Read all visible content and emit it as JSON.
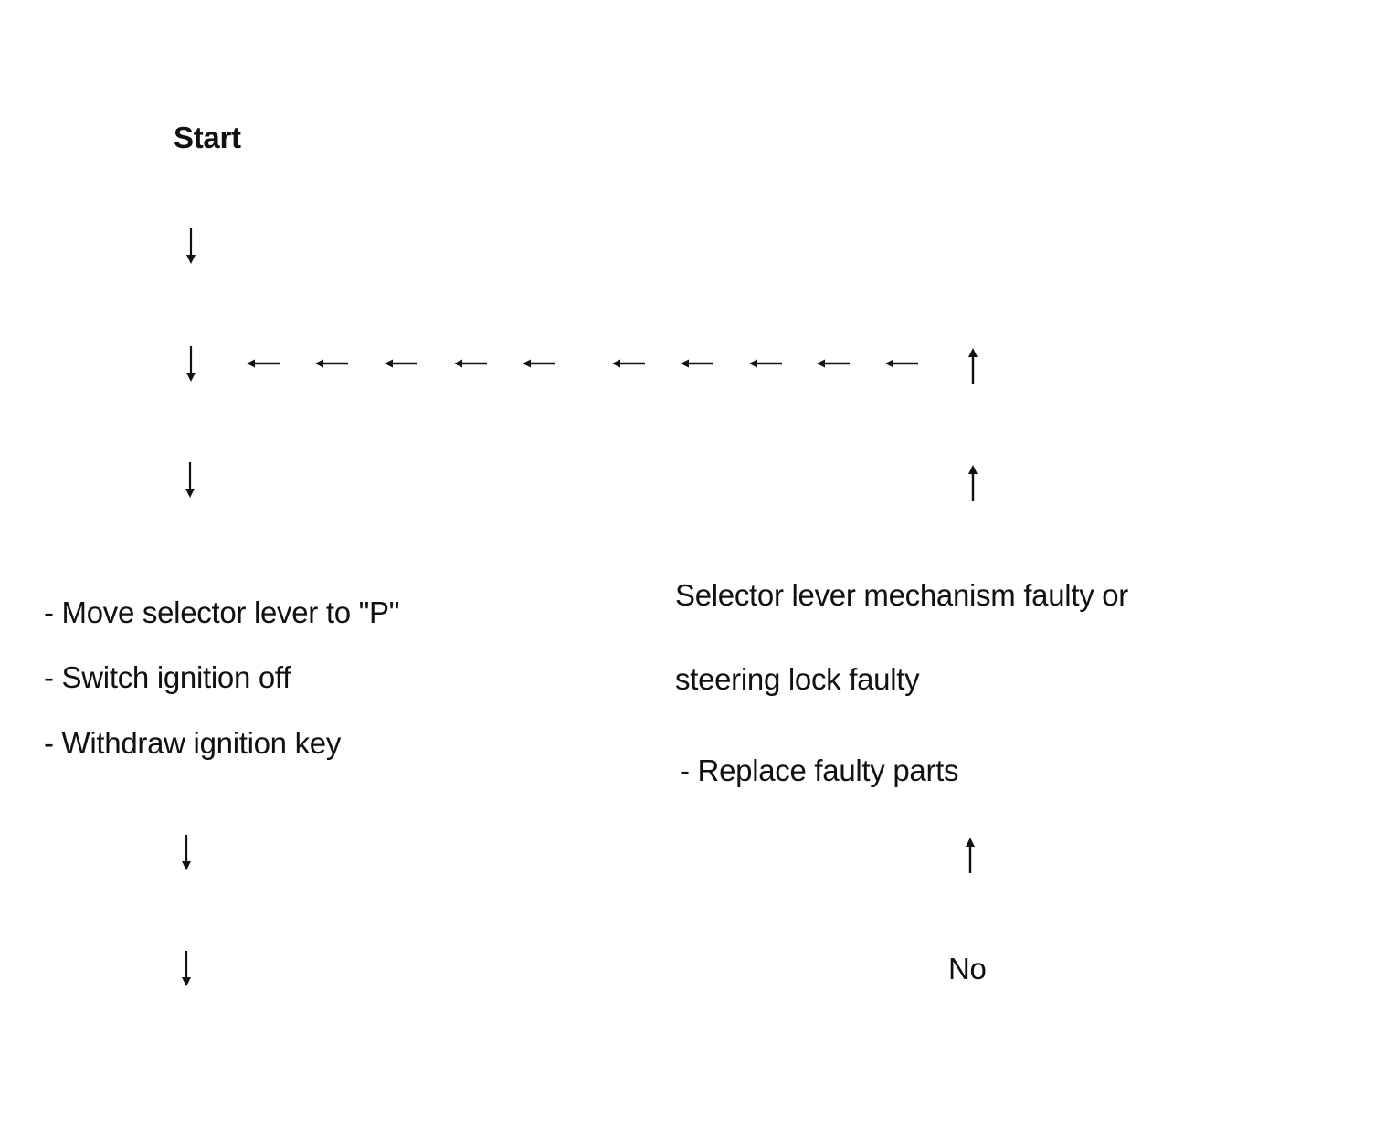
{
  "diagram": {
    "start_label": "Start",
    "left_steps": [
      "- Move selector lever to \"P\"",
      "- Switch ignition off",
      "- Withdraw ignition key"
    ],
    "right_block": {
      "line1": "Selector lever mechanism faulty or",
      "line2": "steering lock faulty",
      "action": "- Replace faulty parts"
    },
    "no_label": "No"
  }
}
